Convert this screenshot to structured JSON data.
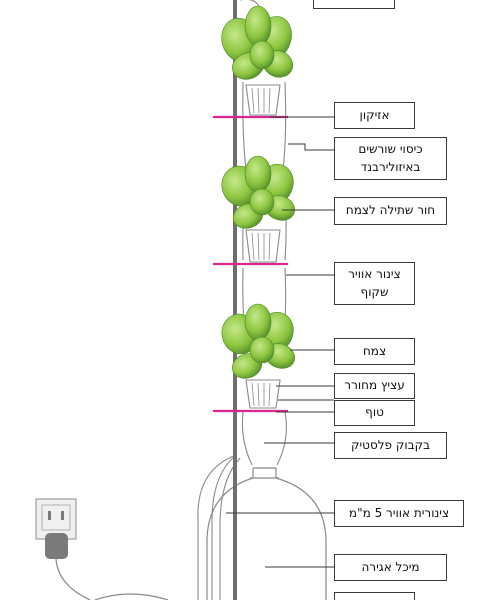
{
  "diagram": {
    "labels": [
      {
        "id": "top",
        "text": ""
      },
      {
        "id": "valve",
        "text": "אזיקון"
      },
      {
        "id": "root-cover",
        "text": "כיסוי שורשים באיזולירבנד"
      },
      {
        "id": "plant-hole",
        "text": "חור שתילה לצמח"
      },
      {
        "id": "air-tube",
        "text": "צינור אוויר שקוף"
      },
      {
        "id": "plant",
        "text": "צמח"
      },
      {
        "id": "tie",
        "text": "עציץ מחורר"
      },
      {
        "id": "felt",
        "text": "טוף"
      },
      {
        "id": "bottle",
        "text": "בקבוק פלסטיק"
      },
      {
        "id": "tubing",
        "text": "צינורית אוויר 5 מ\"מ"
      },
      {
        "id": "tank",
        "text": "מיכל אגירה"
      },
      {
        "id": "bottom",
        "text": ""
      }
    ],
    "colors": {
      "pole": "#6f6f6f",
      "band": "#d9288b",
      "leaf": "#8cc63f",
      "leaf_dark": "#4e8a2a",
      "outline": "#8a8a8a",
      "socket": "#f0f0f0",
      "plug": "#7a7a7a"
    }
  }
}
